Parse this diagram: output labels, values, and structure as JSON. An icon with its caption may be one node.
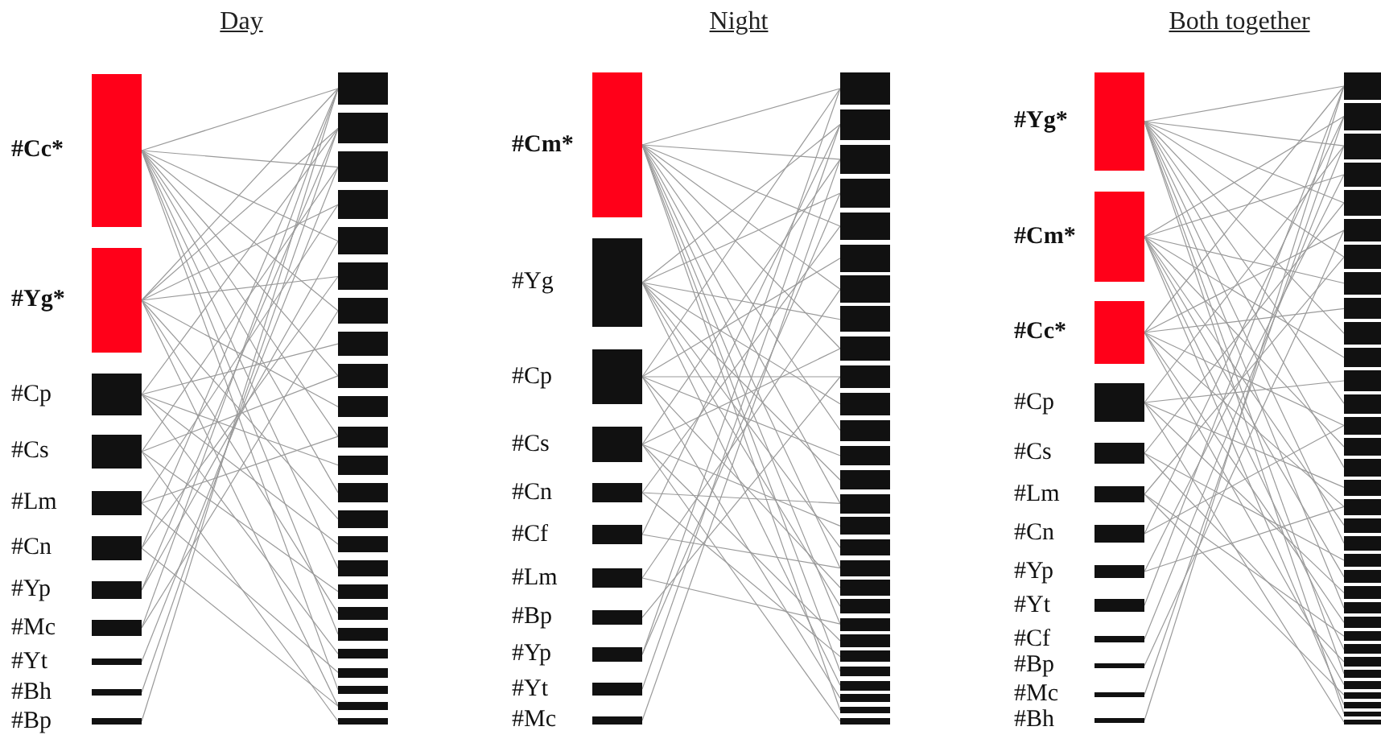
{
  "diagram": {
    "nodes": [
      {
        "text": [
          "#Cc*"
        ]
      },
      {
        "text": [
          "#Yg*"
        ]
      },
      {
        "text": [
          "#Cp"
        ]
      },
      {
        "text": [
          "#Cs"
        ]
      },
      {
        "text": [
          "#Lm"
        ]
      },
      {
        "text": [
          "#Cn"
        ]
      },
      {
        "text": [
          "#Yp"
        ]
      },
      {
        "text": [
          "#Mc"
        ]
      },
      {
        "text": [
          "#Yt"
        ]
      },
      {
        "text": [
          "#Bh"
        ]
      },
      {
        "text": [
          "#Bp"
        ]
      },
      {
        "text": [],
        "shape": "bar"
      },
      {
        "text": [],
        "shape": "bar"
      },
      {
        "text": [],
        "shape": "bar"
      },
      {
        "text": [],
        "shape": "bar"
      },
      {
        "text": [],
        "shape": "bar"
      },
      {
        "text": [],
        "shape": "bar"
      },
      {
        "text": [],
        "shape": "bar"
      },
      {
        "text": [],
        "shape": "bar"
      },
      {
        "text": [],
        "shape": "bar"
      },
      {
        "text": [],
        "shape": "bar"
      },
      {
        "text": [],
        "shape": "bar"
      },
      {
        "text": [],
        "shape": "bar"
      },
      {
        "text": [],
        "shape": "bar"
      },
      {
        "text": [],
        "shape": "bar"
      },
      {
        "text": [],
        "shape": "bar"
      },
      {
        "text": [],
        "shape": "bar"
      },
      {
        "text": [],
        "shape": "bar"
      },
      {
        "text": [],
        "shape": "bar"
      },
      {
        "text": [],
        "shape": "bar"
      },
      {
        "text": [],
        "shape": "bar"
      },
      {
        "text": [],
        "shape": "bar"
      },
      {
        "text": [],
        "shape": "bar"
      },
      {
        "text": [],
        "shape": "bar"
      },
      {
        "text": [],
        "shape": "bar"
      },
      {
        "text": [
          "#Cm*"
        ]
      },
      {
        "text": [
          "#Yg"
        ]
      },
      {
        "text": [
          "#Cp"
        ]
      },
      {
        "text": [
          "#Cs"
        ]
      },
      {
        "text": [
          "#Cn"
        ]
      },
      {
        "text": [
          "#Cf"
        ]
      },
      {
        "text": [
          "#Lm"
        ]
      },
      {
        "text": [
          "#Bp"
        ]
      },
      {
        "text": [
          "#Yp"
        ]
      },
      {
        "text": [
          "#Yt"
        ]
      },
      {
        "text": [
          "#Mc"
        ]
      },
      {
        "text": [],
        "shape": "bar"
      },
      {
        "text": [],
        "shape": "bar"
      },
      {
        "text": [],
        "shape": "bar"
      },
      {
        "text": [],
        "shape": "bar"
      },
      {
        "text": [],
        "shape": "bar"
      },
      {
        "text": [],
        "shape": "bar"
      },
      {
        "text": [],
        "shape": "bar"
      },
      {
        "text": [],
        "shape": "bar"
      },
      {
        "text": [],
        "shape": "bar"
      },
      {
        "text": [],
        "shape": "bar"
      },
      {
        "text": [],
        "shape": "bar"
      },
      {
        "text": [],
        "shape": "bar"
      },
      {
        "text": [],
        "shape": "bar"
      },
      {
        "text": [],
        "shape": "bar"
      },
      {
        "text": [],
        "shape": "bar"
      },
      {
        "text": [],
        "shape": "bar"
      },
      {
        "text": [],
        "shape": "bar"
      },
      {
        "text": [],
        "shape": "bar"
      },
      {
        "text": [],
        "shape": "bar"
      },
      {
        "text": [],
        "shape": "bar"
      },
      {
        "text": [],
        "shape": "bar"
      },
      {
        "text": [],
        "shape": "bar"
      },
      {
        "text": [],
        "shape": "bar"
      },
      {
        "text": [],
        "shape": "bar"
      },
      {
        "text": [],
        "shape": "bar"
      },
      {
        "text": [],
        "shape": "bar"
      },
      {
        "text": [],
        "shape": "bar"
      },
      {
        "text": [],
        "shape": "bar"
      },
      {
        "text": [
          "#Yg*"
        ]
      },
      {
        "text": [
          "#Cm*"
        ]
      },
      {
        "text": [
          "#Cc*"
        ]
      },
      {
        "text": [
          "#Cp"
        ]
      },
      {
        "text": [
          "#Cs"
        ]
      },
      {
        "text": [
          "#Lm"
        ]
      },
      {
        "text": [
          "#Cn"
        ]
      },
      {
        "text": [
          "#Yp"
        ]
      },
      {
        "text": [
          "#Yt"
        ]
      },
      {
        "text": [
          "#Cf"
        ]
      },
      {
        "text": [
          "#Bp"
        ]
      },
      {
        "text": [
          "#Mc"
        ]
      },
      {
        "text": [
          "#Bh"
        ]
      },
      {
        "text": [],
        "shape": "bar"
      },
      {
        "text": [],
        "shape": "bar"
      },
      {
        "text": [],
        "shape": "bar"
      },
      {
        "text": [],
        "shape": "bar"
      },
      {
        "text": [],
        "shape": "bar"
      },
      {
        "text": [],
        "shape": "bar"
      },
      {
        "text": [],
        "shape": "bar"
      },
      {
        "text": [],
        "shape": "bar"
      },
      {
        "text": [],
        "shape": "bar"
      },
      {
        "text": [],
        "shape": "bar"
      },
      {
        "text": [],
        "shape": "bar"
      },
      {
        "text": [],
        "shape": "bar"
      },
      {
        "text": [],
        "shape": "bar"
      },
      {
        "text": [],
        "shape": "bar"
      },
      {
        "text": [],
        "shape": "bar"
      },
      {
        "text": [],
        "shape": "bar"
      },
      {
        "text": [],
        "shape": "bar"
      },
      {
        "text": [],
        "shape": "bar"
      },
      {
        "text": [],
        "shape": "bar"
      },
      {
        "text": [],
        "shape": "bar"
      },
      {
        "text": [],
        "shape": "bar"
      },
      {
        "text": [],
        "shape": "bar"
      },
      {
        "text": [],
        "shape": "bar"
      },
      {
        "text": [],
        "shape": "bar"
      },
      {
        "text": [],
        "shape": "bar"
      },
      {
        "text": [],
        "shape": "bar"
      },
      {
        "text": [],
        "shape": "bar"
      },
      {
        "text": [],
        "shape": "bar"
      },
      {
        "text": [],
        "shape": "bar"
      },
      {
        "text": [],
        "shape": "bar"
      },
      {
        "text": [],
        "shape": "bar"
      },
      {
        "text": [],
        "shape": "bar"
      },
      {
        "text": [],
        "shape": "bar"
      },
      {
        "text": [],
        "shape": "bar"
      }
    ],
    "edges": [
      {
        "from": 0,
        "to": 11,
        "arrow": "none"
      },
      {
        "from": 0,
        "to": 13,
        "arrow": "none"
      },
      {
        "from": 0,
        "to": 15,
        "arrow": "none"
      },
      {
        "from": 0,
        "to": 17,
        "arrow": "none"
      },
      {
        "from": 0,
        "to": 19,
        "arrow": "none"
      },
      {
        "from": 0,
        "to": 21,
        "arrow": "none"
      },
      {
        "from": 0,
        "to": 23,
        "arrow": "none"
      },
      {
        "from": 0,
        "to": 26,
        "arrow": "none"
      },
      {
        "from": 0,
        "to": 29,
        "arrow": "none"
      },
      {
        "from": 0,
        "to": 32,
        "arrow": "none"
      },
      {
        "from": 1,
        "to": 11,
        "arrow": "none"
      },
      {
        "from": 1,
        "to": 12,
        "arrow": "none"
      },
      {
        "from": 1,
        "to": 14,
        "arrow": "none"
      },
      {
        "from": 1,
        "to": 16,
        "arrow": "none"
      },
      {
        "from": 1,
        "to": 20,
        "arrow": "none"
      },
      {
        "from": 1,
        "to": 24,
        "arrow": "none"
      },
      {
        "from": 1,
        "to": 28,
        "arrow": "none"
      },
      {
        "from": 1,
        "to": 33,
        "arrow": "none"
      },
      {
        "from": 2,
        "to": 12,
        "arrow": "none"
      },
      {
        "from": 2,
        "to": 18,
        "arrow": "none"
      },
      {
        "from": 2,
        "to": 22,
        "arrow": "none"
      },
      {
        "from": 2,
        "to": 25,
        "arrow": "none"
      },
      {
        "from": 2,
        "to": 30,
        "arrow": "none"
      },
      {
        "from": 3,
        "to": 13,
        "arrow": "none"
      },
      {
        "from": 3,
        "to": 19,
        "arrow": "none"
      },
      {
        "from": 3,
        "to": 27,
        "arrow": "none"
      },
      {
        "from": 3,
        "to": 34,
        "arrow": "none"
      },
      {
        "from": 4,
        "to": 14,
        "arrow": "none"
      },
      {
        "from": 4,
        "to": 21,
        "arrow": "none"
      },
      {
        "from": 4,
        "to": 31,
        "arrow": "none"
      },
      {
        "from": 5,
        "to": 11,
        "arrow": "none"
      },
      {
        "from": 5,
        "to": 16,
        "arrow": "none"
      },
      {
        "from": 5,
        "to": 33,
        "arrow": "none"
      },
      {
        "from": 6,
        "to": 12,
        "arrow": "none"
      },
      {
        "from": 6,
        "to": 15,
        "arrow": "none"
      },
      {
        "from": 7,
        "to": 11,
        "arrow": "none"
      },
      {
        "from": 7,
        "to": 17,
        "arrow": "none"
      },
      {
        "from": 8,
        "to": 13,
        "arrow": "none"
      },
      {
        "from": 9,
        "to": 12,
        "arrow": "none"
      },
      {
        "from": 10,
        "to": 11,
        "arrow": "none"
      },
      {
        "from": 35,
        "to": 46,
        "arrow": "none"
      },
      {
        "from": 35,
        "to": 48,
        "arrow": "none"
      },
      {
        "from": 35,
        "to": 50,
        "arrow": "none"
      },
      {
        "from": 35,
        "to": 52,
        "arrow": "none"
      },
      {
        "from": 35,
        "to": 54,
        "arrow": "none"
      },
      {
        "from": 35,
        "to": 57,
        "arrow": "none"
      },
      {
        "from": 35,
        "to": 60,
        "arrow": "none"
      },
      {
        "from": 35,
        "to": 63,
        "arrow": "none"
      },
      {
        "from": 35,
        "to": 66,
        "arrow": "none"
      },
      {
        "from": 35,
        "to": 69,
        "arrow": "none"
      },
      {
        "from": 35,
        "to": 72,
        "arrow": "none"
      },
      {
        "from": 36,
        "to": 47,
        "arrow": "none"
      },
      {
        "from": 36,
        "to": 49,
        "arrow": "none"
      },
      {
        "from": 36,
        "to": 53,
        "arrow": "none"
      },
      {
        "from": 36,
        "to": 56,
        "arrow": "none"
      },
      {
        "from": 36,
        "to": 59,
        "arrow": "none"
      },
      {
        "from": 36,
        "to": 62,
        "arrow": "none"
      },
      {
        "from": 36,
        "to": 65,
        "arrow": "none"
      },
      {
        "from": 36,
        "to": 70,
        "arrow": "none"
      },
      {
        "from": 37,
        "to": 46,
        "arrow": "none"
      },
      {
        "from": 37,
        "to": 51,
        "arrow": "none"
      },
      {
        "from": 37,
        "to": 55,
        "arrow": "none"
      },
      {
        "from": 37,
        "to": 58,
        "arrow": "none"
      },
      {
        "from": 37,
        "to": 64,
        "arrow": "none"
      },
      {
        "from": 37,
        "to": 71,
        "arrow": "none"
      },
      {
        "from": 38,
        "to": 48,
        "arrow": "none"
      },
      {
        "from": 38,
        "to": 54,
        "arrow": "none"
      },
      {
        "from": 38,
        "to": 61,
        "arrow": "none"
      },
      {
        "from": 38,
        "to": 67,
        "arrow": "none"
      },
      {
        "from": 38,
        "to": 73,
        "arrow": "none"
      },
      {
        "from": 39,
        "to": 50,
        "arrow": "none"
      },
      {
        "from": 39,
        "to": 60,
        "arrow": "none"
      },
      {
        "from": 39,
        "to": 68,
        "arrow": "none"
      },
      {
        "from": 40,
        "to": 47,
        "arrow": "none"
      },
      {
        "from": 40,
        "to": 63,
        "arrow": "none"
      },
      {
        "from": 41,
        "to": 52,
        "arrow": "none"
      },
      {
        "from": 41,
        "to": 66,
        "arrow": "none"
      },
      {
        "from": 42,
        "to": 55,
        "arrow": "none"
      },
      {
        "from": 43,
        "to": 46,
        "arrow": "none"
      },
      {
        "from": 43,
        "to": 49,
        "arrow": "none"
      },
      {
        "from": 44,
        "to": 47,
        "arrow": "none"
      },
      {
        "from": 45,
        "to": 48,
        "arrow": "none"
      },
      {
        "from": 74,
        "to": 87,
        "arrow": "none"
      },
      {
        "from": 74,
        "to": 89,
        "arrow": "none"
      },
      {
        "from": 74,
        "to": 91,
        "arrow": "none"
      },
      {
        "from": 74,
        "to": 93,
        "arrow": "none"
      },
      {
        "from": 74,
        "to": 96,
        "arrow": "none"
      },
      {
        "from": 74,
        "to": 99,
        "arrow": "none"
      },
      {
        "from": 74,
        "to": 102,
        "arrow": "none"
      },
      {
        "from": 74,
        "to": 106,
        "arrow": "none"
      },
      {
        "from": 74,
        "to": 110,
        "arrow": "none"
      },
      {
        "from": 74,
        "to": 115,
        "arrow": "none"
      },
      {
        "from": 74,
        "to": 119,
        "arrow": "none"
      },
      {
        "from": 75,
        "to": 88,
        "arrow": "none"
      },
      {
        "from": 75,
        "to": 90,
        "arrow": "none"
      },
      {
        "from": 75,
        "to": 94,
        "arrow": "none"
      },
      {
        "from": 75,
        "to": 97,
        "arrow": "none"
      },
      {
        "from": 75,
        "to": 101,
        "arrow": "none"
      },
      {
        "from": 75,
        "to": 105,
        "arrow": "none"
      },
      {
        "from": 75,
        "to": 108,
        "arrow": "none"
      },
      {
        "from": 75,
        "to": 113,
        "arrow": "none"
      },
      {
        "from": 75,
        "to": 118,
        "arrow": "none"
      },
      {
        "from": 76,
        "to": 87,
        "arrow": "none"
      },
      {
        "from": 76,
        "to": 92,
        "arrow": "none"
      },
      {
        "from": 76,
        "to": 95,
        "arrow": "none"
      },
      {
        "from": 76,
        "to": 100,
        "arrow": "none"
      },
      {
        "from": 76,
        "to": 104,
        "arrow": "none"
      },
      {
        "from": 76,
        "to": 111,
        "arrow": "none"
      },
      {
        "from": 76,
        "to": 116,
        "arrow": "none"
      },
      {
        "from": 77,
        "to": 89,
        "arrow": "none"
      },
      {
        "from": 77,
        "to": 98,
        "arrow": "none"
      },
      {
        "from": 77,
        "to": 103,
        "arrow": "none"
      },
      {
        "from": 77,
        "to": 109,
        "arrow": "none"
      },
      {
        "from": 77,
        "to": 120,
        "arrow": "none"
      },
      {
        "from": 78,
        "to": 91,
        "arrow": "none"
      },
      {
        "from": 78,
        "to": 107,
        "arrow": "none"
      },
      {
        "from": 78,
        "to": 114,
        "arrow": "none"
      },
      {
        "from": 79,
        "to": 93,
        "arrow": "none"
      },
      {
        "from": 79,
        "to": 112,
        "arrow": "none"
      },
      {
        "from": 79,
        "to": 117,
        "arrow": "none"
      },
      {
        "from": 80,
        "to": 88,
        "arrow": "none"
      },
      {
        "from": 80,
        "to": 100,
        "arrow": "none"
      },
      {
        "from": 81,
        "to": 90,
        "arrow": "none"
      },
      {
        "from": 81,
        "to": 104,
        "arrow": "none"
      },
      {
        "from": 82,
        "to": 87,
        "arrow": "none"
      },
      {
        "from": 83,
        "to": 89,
        "arrow": "none"
      },
      {
        "from": 84,
        "to": 92,
        "arrow": "none"
      },
      {
        "from": 85,
        "to": 88,
        "arrow": "none"
      },
      {
        "from": 86,
        "to": 87,
        "arrow": "none"
      }
    ],
    "labels": [
      "Day",
      "Night",
      "Both together"
    ]
  }
}
